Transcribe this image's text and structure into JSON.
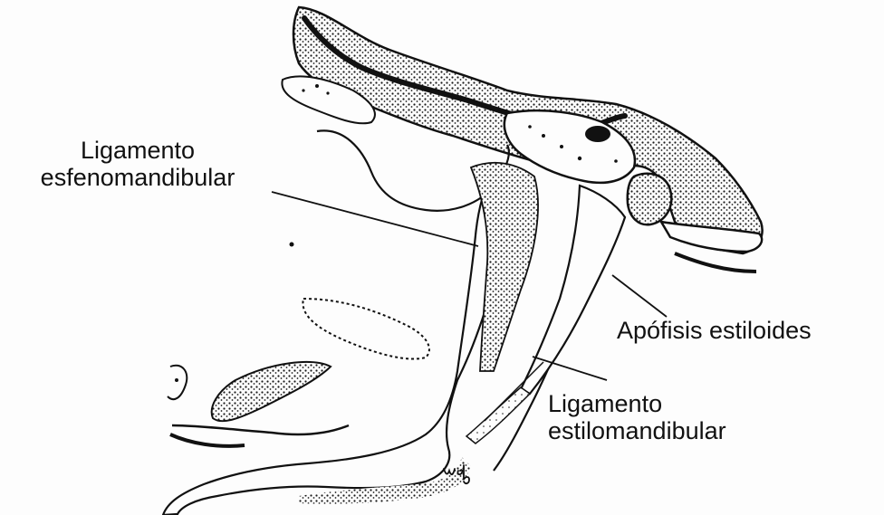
{
  "labels": {
    "sphenomandibular": {
      "line1": "Ligamento",
      "line2": "esfenomandibular"
    },
    "styloid_process": {
      "text": "Apófisis estiloides"
    },
    "stylomandibular": {
      "line1": "Ligamento",
      "line2": "estilomandibular"
    }
  },
  "signature": "wb",
  "colors": {
    "ink": "#111111",
    "paper": "#fdfdfd"
  }
}
